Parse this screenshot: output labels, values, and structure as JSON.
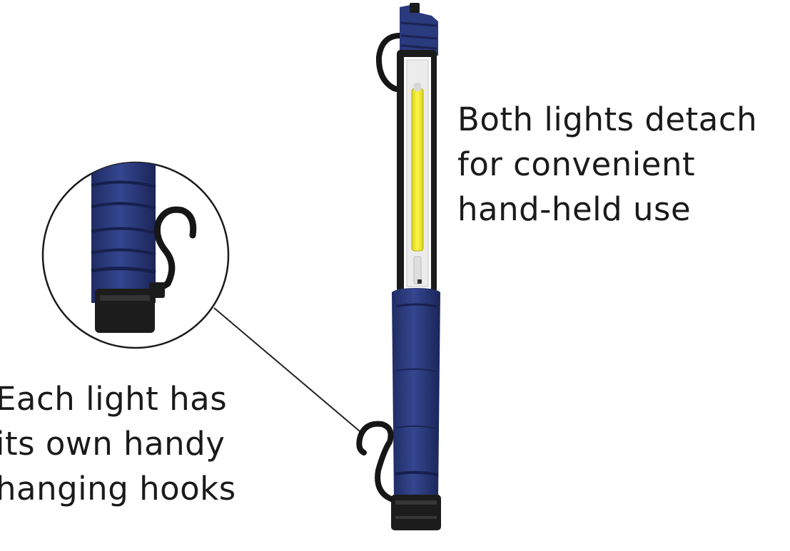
{
  "captions": {
    "detach": {
      "lines": [
        "Both lights detach",
        "for convenient",
        "hand-held use"
      ]
    },
    "hooks": {
      "lines": [
        "Each light has",
        "its own handy",
        "hanging hooks"
      ]
    }
  },
  "colors": {
    "background": "#ffffff",
    "text": "#1a1a1a",
    "handle_blue": "#2b3a78",
    "rubber_black": "#1c1c1c",
    "cob_led": "#f3ee2a",
    "lens_frame": "#e8e8e8"
  },
  "icons": {
    "work_light": "work-light",
    "hook": "hanging-hook",
    "magnifier": "magnified-detail-circle"
  }
}
